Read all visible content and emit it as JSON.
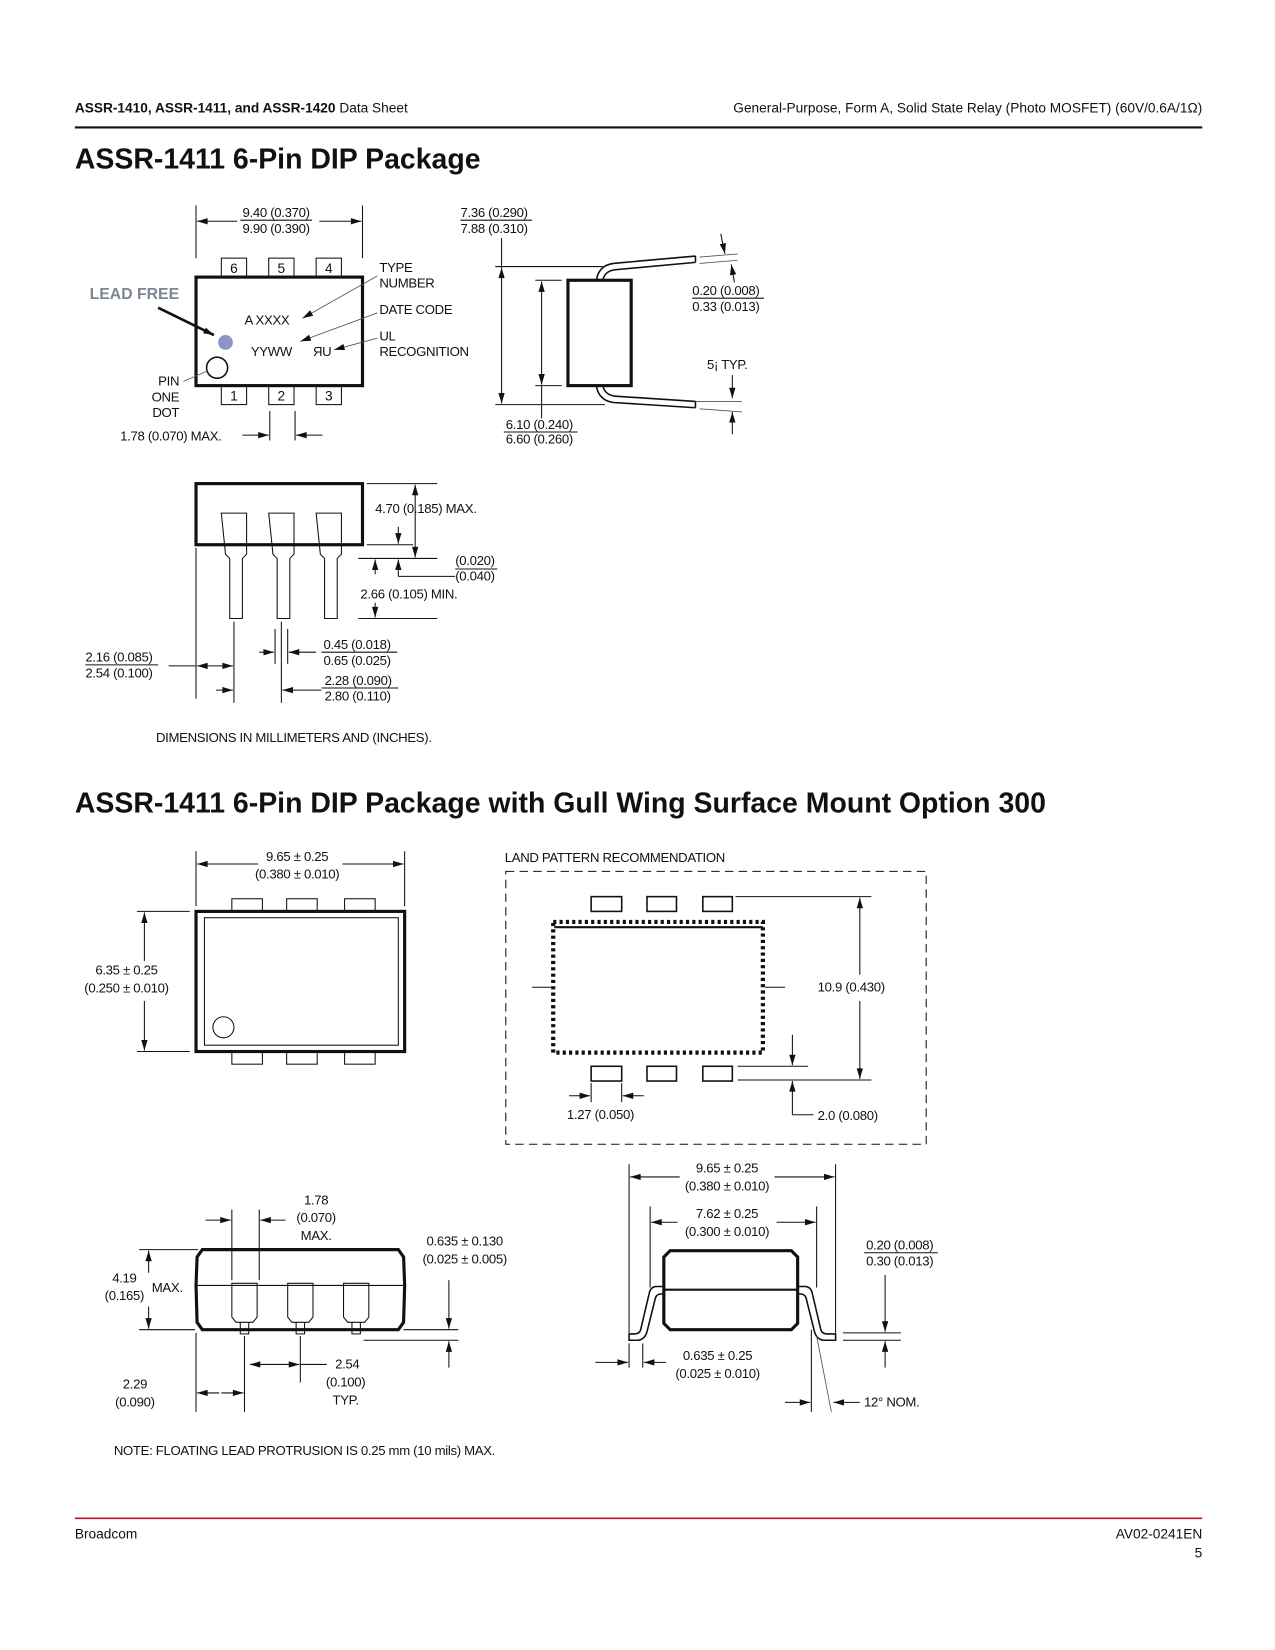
{
  "header": {
    "left_bold": "ASSR-1410, ASSR-1411, and ASSR-1420",
    "left_normal": " Data Sheet",
    "right": "General-Purpose, Form A, Solid State Relay (Photo MOSFET) (60V/0.6A/1Ω)"
  },
  "section1": {
    "title": "ASSR-1411 6-Pin DIP Package",
    "top_view": {
      "width_dim": [
        "9.40 (0.370)",
        "9.90 (0.390)"
      ],
      "pins_top": [
        "6",
        "5",
        "4"
      ],
      "pins_bottom": [
        "1",
        "2",
        "3"
      ],
      "lead_free": "LEAD FREE",
      "marking_type": "A XXXX",
      "marking_date": "YYWW",
      "ul_mark": "ЯU",
      "callouts": {
        "type_number": [
          "TYPE",
          "NUMBER"
        ],
        "date_code": "DATE CODE",
        "ul": [
          "UL",
          "RECOGNITION"
        ],
        "pin_one": [
          "PIN",
          "ONE",
          "DOT"
        ]
      },
      "pin_width": "1.78 (0.070) MAX."
    },
    "side_view": {
      "lead_span": [
        "7.36 (0.290)",
        "7.88 (0.310)"
      ],
      "lead_thickness": [
        "0.20 (0.008)",
        "0.33 (0.013)"
      ],
      "angle": "5¡ TYP.",
      "body_width": [
        "6.10 (0.240)",
        "6.60 (0.260)"
      ]
    },
    "front_view": {
      "height": "4.70 (0.185) MAX.",
      "standoff": [
        "(0.020)",
        "(0.040)"
      ],
      "lead_length": "2.66 (0.105) MIN.",
      "end_offset": [
        "2.16 (0.085)",
        "2.54 (0.100)"
      ],
      "lead_width": [
        "0.45 (0.018)",
        "0.65 (0.025)"
      ],
      "pitch": [
        "2.28 (0.090)",
        "2.80 (0.110)"
      ]
    },
    "note": "DIMENSIONS IN MILLIMETERS AND (INCHES)."
  },
  "section2": {
    "title": "ASSR-1411 6-Pin DIP Package with Gull Wing Surface Mount Option 300",
    "top_view": {
      "width_dim": [
        "9.65 ± 0.25",
        "(0.380 ± 0.010)"
      ],
      "height_dim": [
        "6.35 ± 0.25",
        "(0.250 ± 0.010)"
      ]
    },
    "land_pattern": {
      "title": "LAND PATTERN RECOMMENDATION",
      "span": "10.9 (0.430)",
      "pad_length": "2.0 (0.080)",
      "pad_width": "1.27 (0.050)"
    },
    "side_view": {
      "lead_width": [
        "1.78",
        "(0.070)",
        "MAX."
      ],
      "height": [
        "4.19",
        "(0.165)",
        "MAX."
      ],
      "standoff": [
        "0.635 ± 0.130",
        "(0.025 ± 0.005)"
      ],
      "pitch": [
        "2.54",
        "(0.100)",
        "TYP."
      ],
      "end_offset": [
        "2.29",
        "(0.090)"
      ]
    },
    "end_view": {
      "overall": [
        "9.65 ± 0.25",
        "(0.380 ± 0.010)"
      ],
      "row_spacing": [
        "7.62 ± 0.25",
        "(0.300 ± 0.010)"
      ],
      "thickness": [
        "0.20 (0.008)",
        "0.30 (0.013)"
      ],
      "foot": [
        "0.635 ± 0.25",
        "(0.025 ± 0.010)"
      ],
      "angle": "12° NOM."
    },
    "note": "NOTE: FLOATING LEAD PROTRUSION IS 0.25 mm (10 mils) MAX."
  },
  "footer": {
    "company": "Broadcom",
    "doc_number": "AV02-0241EN",
    "page": "5"
  },
  "colors": {
    "footer_rule": "#c8102e",
    "lead_free": "#7d8691",
    "lead_free_dot": "#8e95c4"
  }
}
